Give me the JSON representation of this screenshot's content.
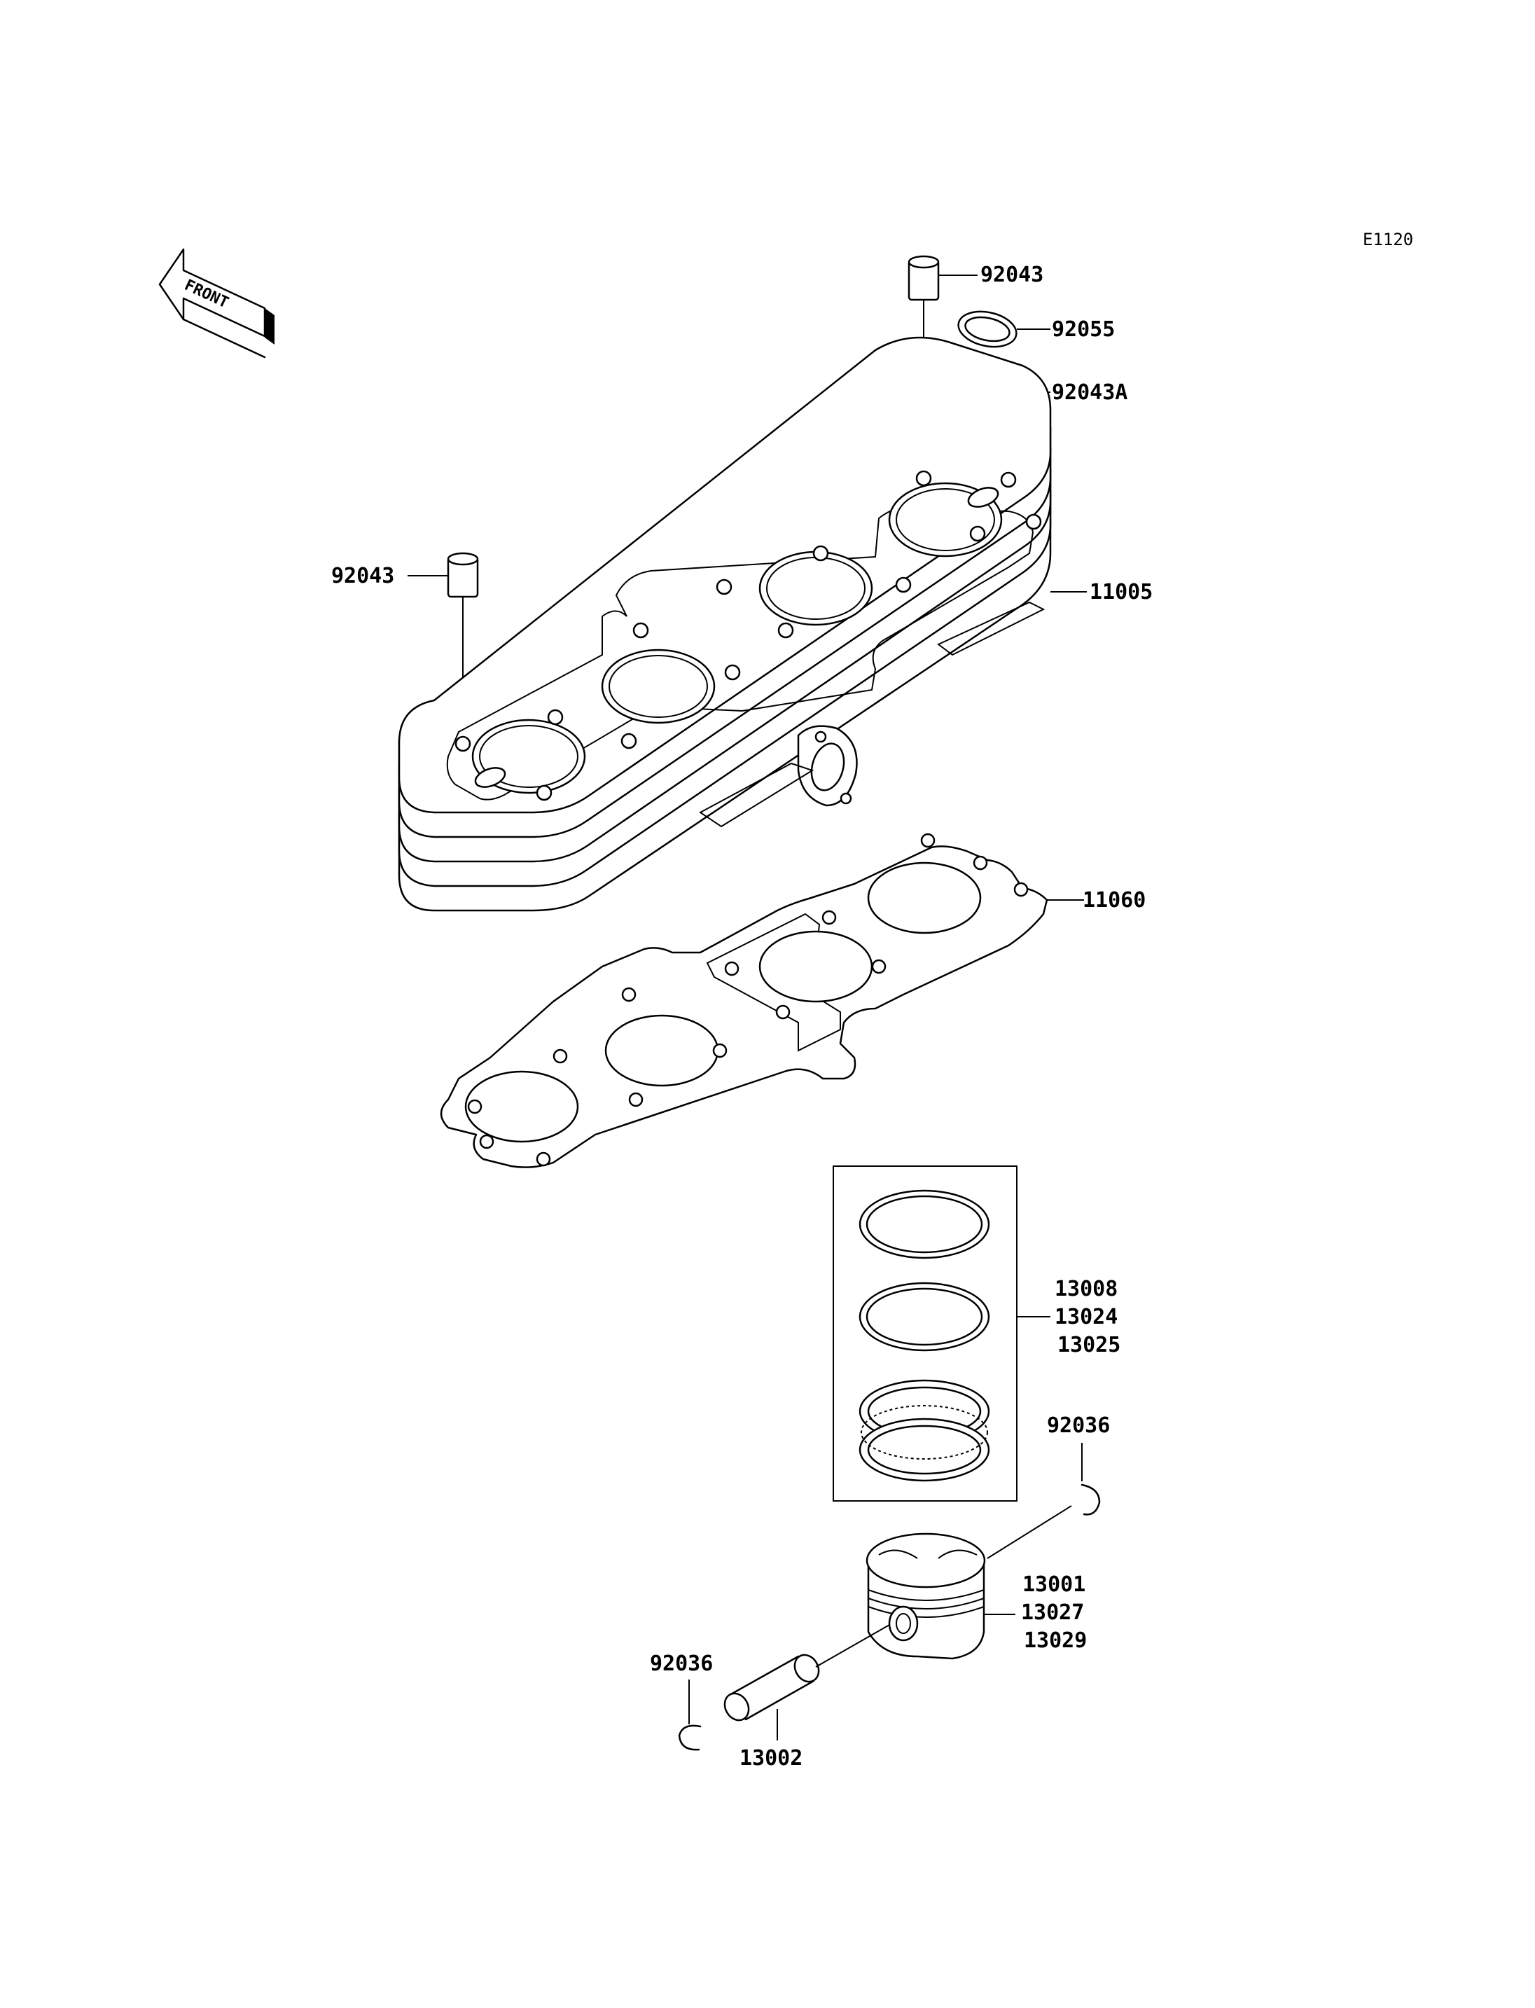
{
  "diagram_code": "E1120",
  "front_arrow": {
    "label": "FRONT",
    "icon": "front-arrow-icon"
  },
  "labels": {
    "dowel_top": "92043",
    "oring_top": "92055",
    "dowel_92043A": "92043A",
    "dowel_left": "92043",
    "cylinder": "11005",
    "gasket": "11060",
    "rings_a": "13008",
    "rings_b": "13024",
    "rings_c": "13025",
    "circlip_right": "92036",
    "piston_a": "13001",
    "piston_b": "13027",
    "piston_c": "13029",
    "circlip_left": "92036",
    "piston_pin": "13002"
  }
}
